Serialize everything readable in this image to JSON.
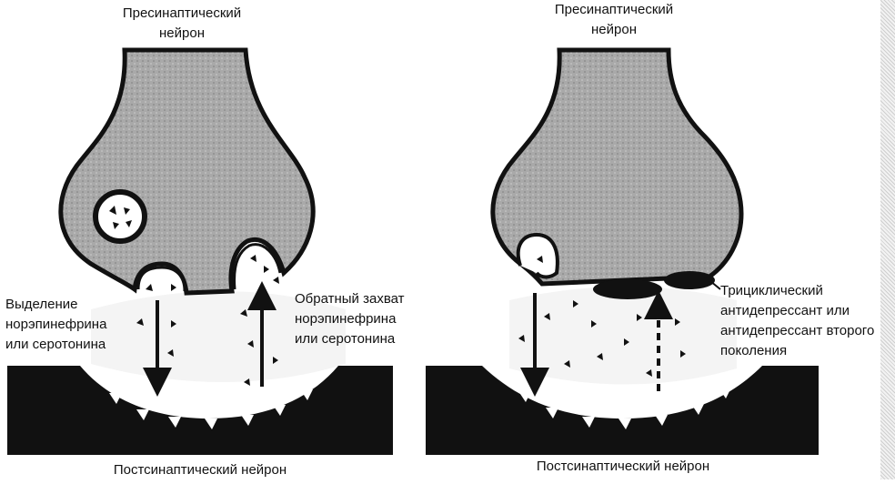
{
  "left_panel": {
    "top_label": "Пресинаптический\nнейрон",
    "release_label": "Выделение\nнорэпинефрина\nили серотонина",
    "reuptake_label": "Обратный захват\nнорэпинефрина\nили серотонина",
    "bottom_label": "Постсинаптический нейрон"
  },
  "right_panel": {
    "top_label": "Пресинаптический\nнейрон",
    "drug_label": "Трициклический\nантидепрессант или\nантидепрессант второго\nпоколения",
    "bottom_label": "Постсинаптический нейрон"
  },
  "colors": {
    "neuron_fill": "#a9a9a9",
    "outline": "#111111",
    "postsynaptic": "#111111"
  }
}
